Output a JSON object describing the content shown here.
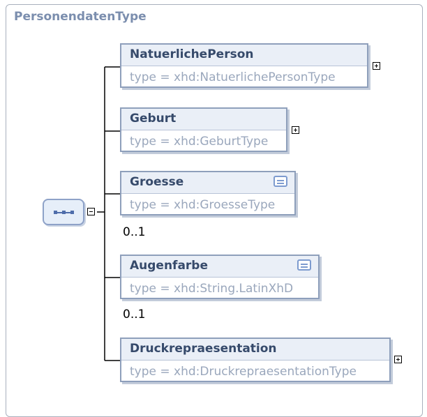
{
  "diagram": {
    "title": "PersonendatenType",
    "compositor": "sequence",
    "elements": [
      {
        "name": "NatuerlichePerson",
        "type": "type = xhd:NatuerlichePersonType",
        "expandable": true,
        "documented": false,
        "cardinality": ""
      },
      {
        "name": "Geburt",
        "type": "type = xhd:GeburtType",
        "expandable": true,
        "documented": false,
        "cardinality": ""
      },
      {
        "name": "Groesse",
        "type": "type = xhd:GroesseType",
        "expandable": false,
        "documented": true,
        "cardinality": "0..1"
      },
      {
        "name": "Augenfarbe",
        "type": "type = xhd:String.LatinXhD",
        "expandable": false,
        "documented": true,
        "cardinality": "0..1"
      },
      {
        "name": "Druckrepraesentation",
        "type": "type = xhd:DruckrepraesentationType",
        "expandable": true,
        "documented": false,
        "cardinality": ""
      }
    ]
  },
  "colors": {
    "frame_title": "#7b8eae",
    "element_border": "#8e9fbb",
    "element_header_bg": "#eaeff7",
    "element_name": "#364a6b",
    "type_text": "#9aa7bc",
    "sequence_fill": "#e6eef9"
  },
  "icons": {
    "expand": "plus-box-icon",
    "collapse": "minus-box-icon",
    "documentation": "documentation-icon",
    "sequence": "sequence-icon"
  }
}
